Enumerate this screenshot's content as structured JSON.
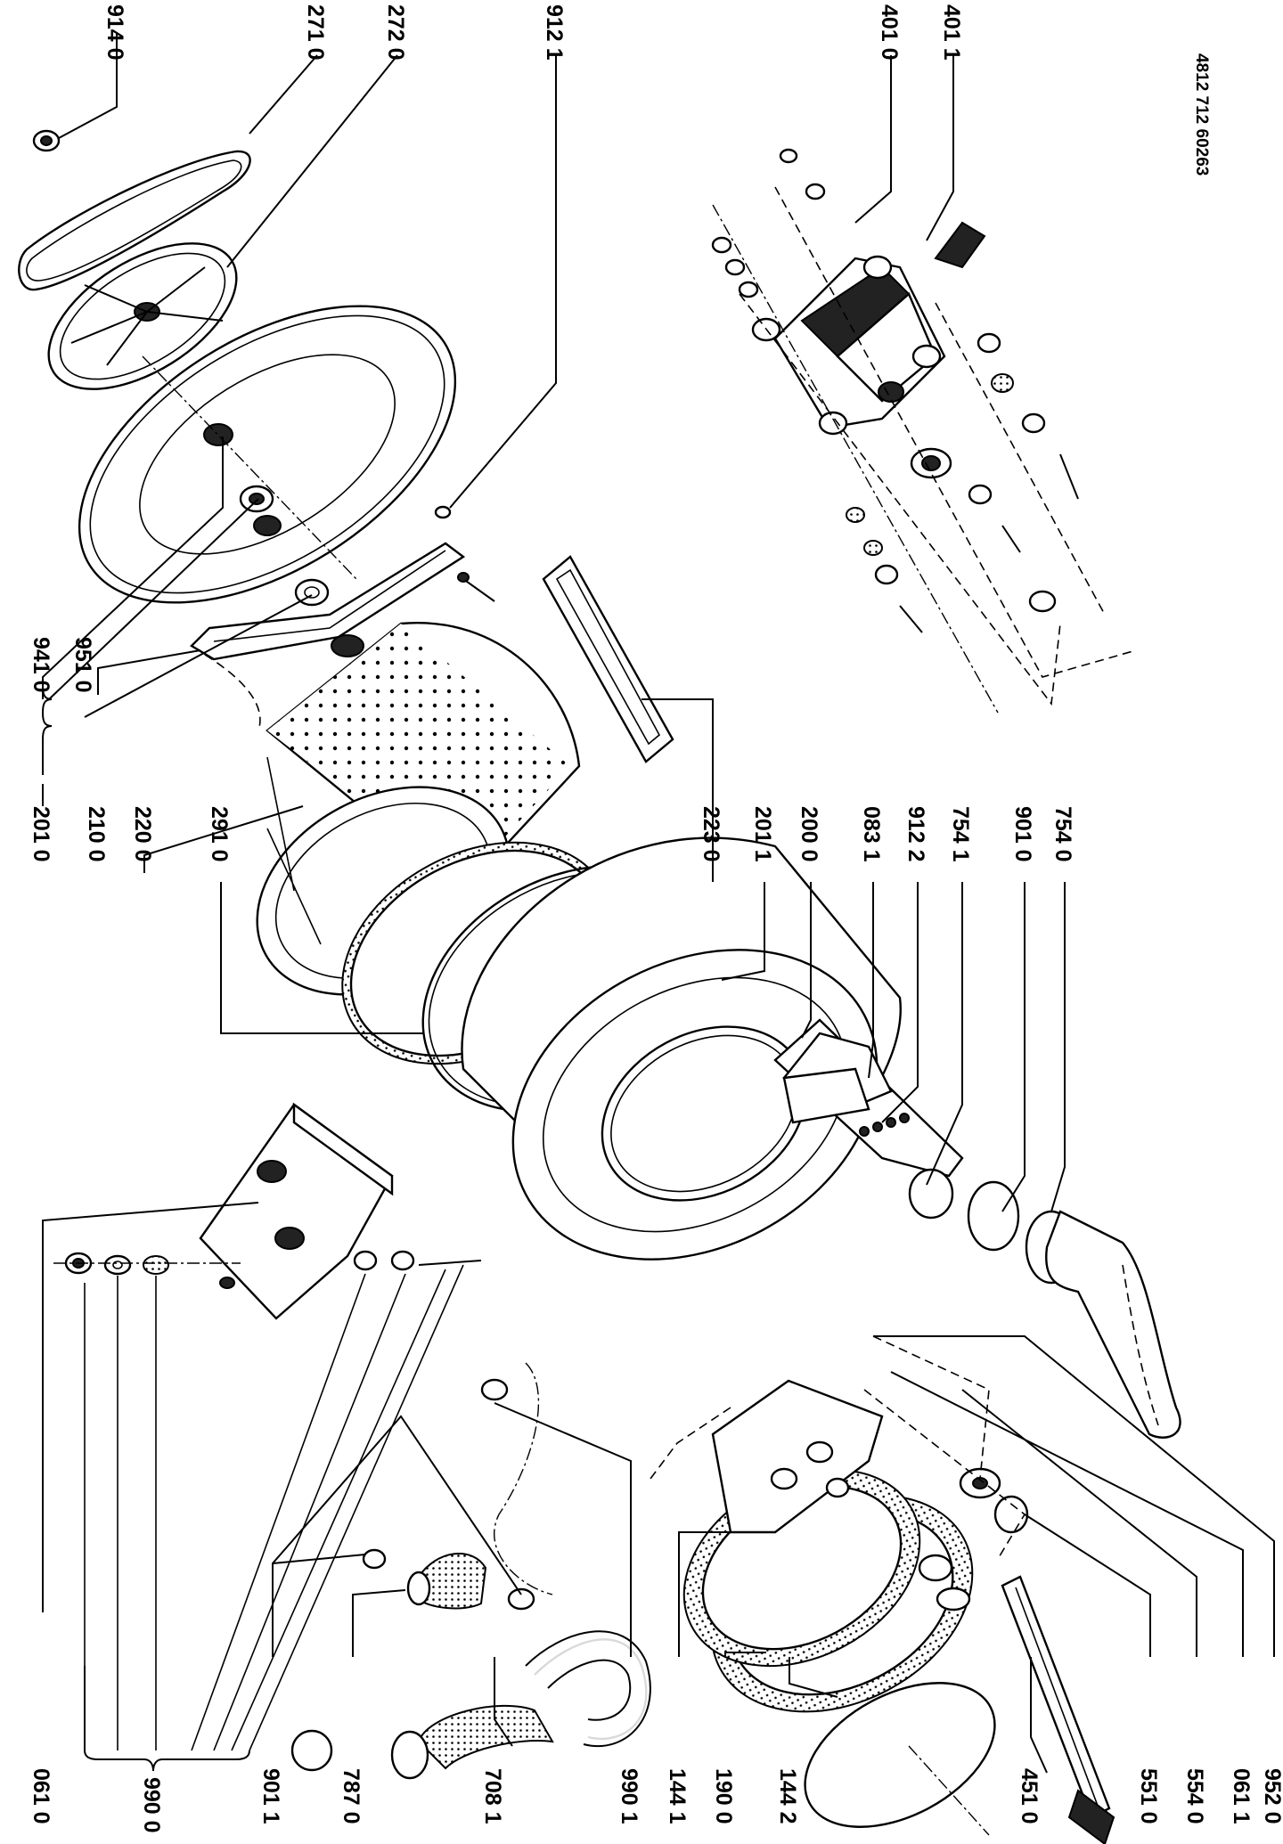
{
  "document_number": "4812 712 60263",
  "top_labels": [
    "914 0",
    "271 0",
    "272 0",
    "912 1",
    "401 0",
    "401 1"
  ],
  "left_labels": [
    "201 0",
    "210 0",
    "220 0",
    "291 0",
    "223 0",
    "201 1",
    "200 0",
    "083 1",
    "912 2",
    "754 1",
    "901 0",
    "754 0"
  ],
  "brace_941": {
    "a": "941 0",
    "b": "951 0"
  },
  "bottom_labels": [
    "061 0",
    "990 0",
    "901 1",
    "787 0",
    "708 1",
    "990 1",
    "144 1",
    "190 0",
    "144 2",
    "451 0",
    "551 0",
    "554 0",
    "061 1",
    "952 0"
  ]
}
